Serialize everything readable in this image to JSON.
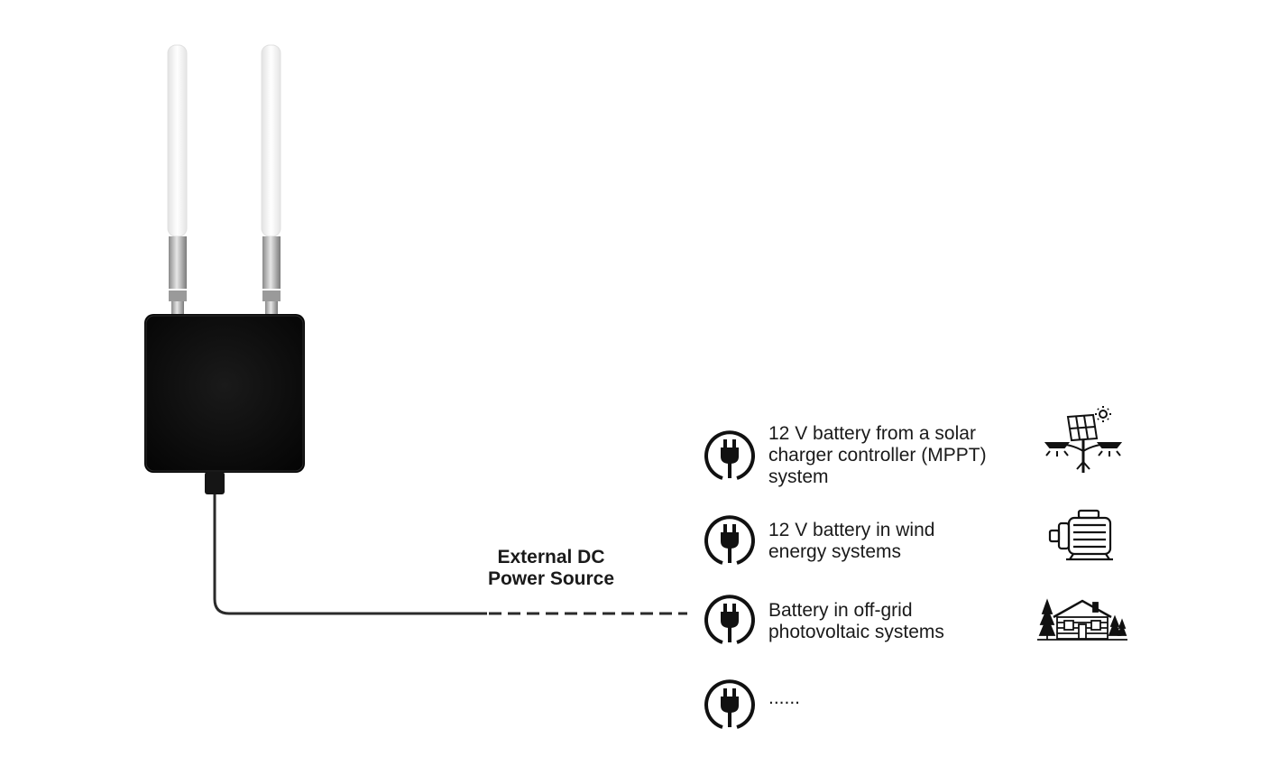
{
  "power_label": {
    "line1": "External DC",
    "line2": "Power Source"
  },
  "sources": [
    {
      "lines": [
        "12 V battery from a solar",
        "charger controller (MPPT)",
        "system"
      ],
      "icon": "solar-street-light-icon"
    },
    {
      "lines": [
        "12 V battery in wind",
        "energy systems"
      ],
      "icon": "wind-generator-icon"
    },
    {
      "lines": [
        "Battery in off-grid",
        "photovoltaic systems"
      ],
      "icon": "off-grid-cabin-icon"
    },
    {
      "lines": [
        "......"
      ],
      "icon": ""
    }
  ],
  "colors": {
    "device_body": "#0c0c0c",
    "antenna": "#f2f2f2",
    "cable": "#2a2a2a",
    "text": "#1a1a1a"
  }
}
